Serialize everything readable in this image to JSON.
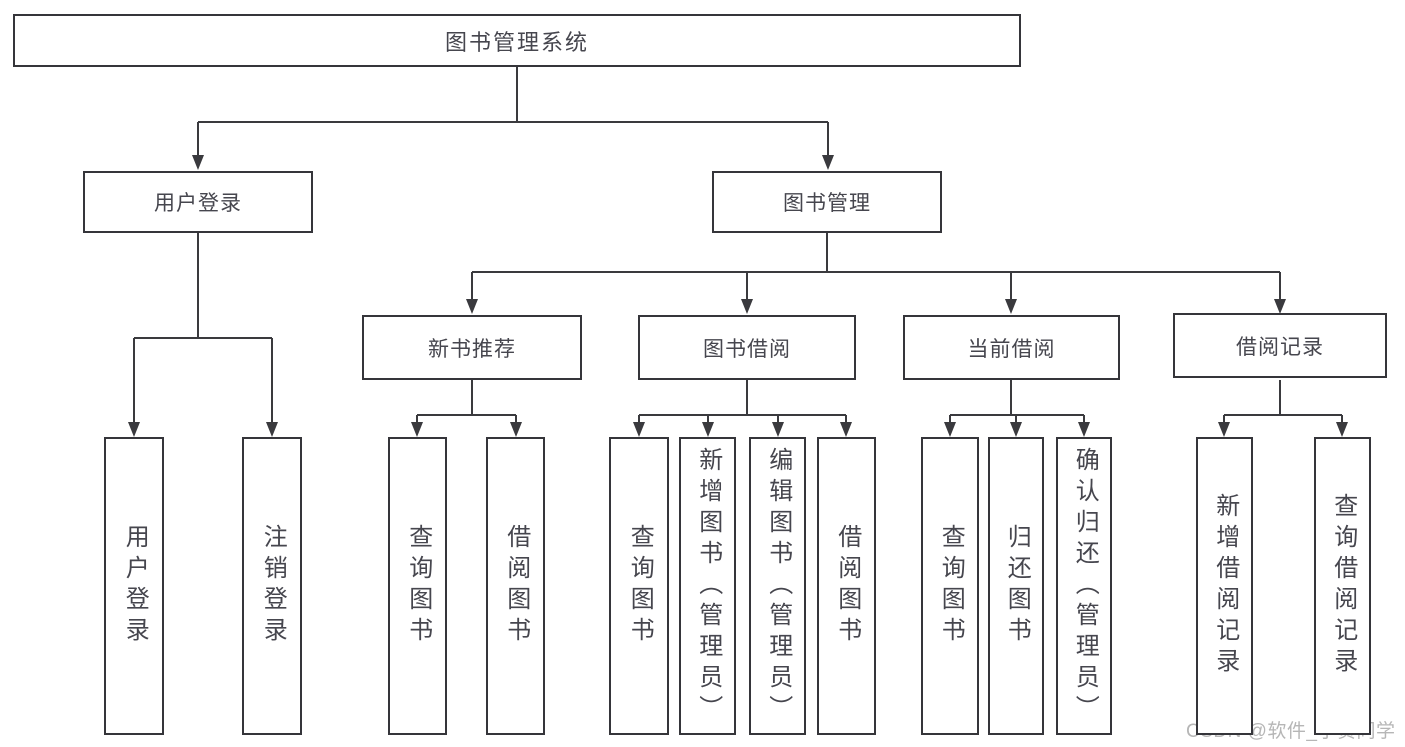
{
  "diagram": {
    "tree": {
      "root": {
        "label": "图书管理系统"
      },
      "branches": [
        {
          "label": "用户登录",
          "children": [
            "用户登录",
            "注销登录"
          ]
        },
        {
          "label": "图书管理",
          "sections": [
            {
              "label": "新书推荐",
              "children": [
                "查询图书",
                "借阅图书"
              ]
            },
            {
              "label": "图书借阅",
              "children": [
                "查询图书",
                "新增图书（管理员）",
                "编辑图书（管理员）",
                "借阅图书"
              ]
            },
            {
              "label": "当前借阅",
              "children": [
                "查询图书",
                "归还图书",
                "确认归还（管理员）"
              ]
            },
            {
              "label": "借阅记录",
              "children": [
                "新增借阅记录",
                "查询借阅记录"
              ]
            }
          ]
        }
      ]
    },
    "watermark": "CSDN @软件_小贺同学",
    "colors": {
      "line": "#3a3a3e",
      "box_border": "#35353a",
      "text": "#46464e",
      "watermark": "#b6b6b6",
      "background": "#ffffff"
    }
  }
}
